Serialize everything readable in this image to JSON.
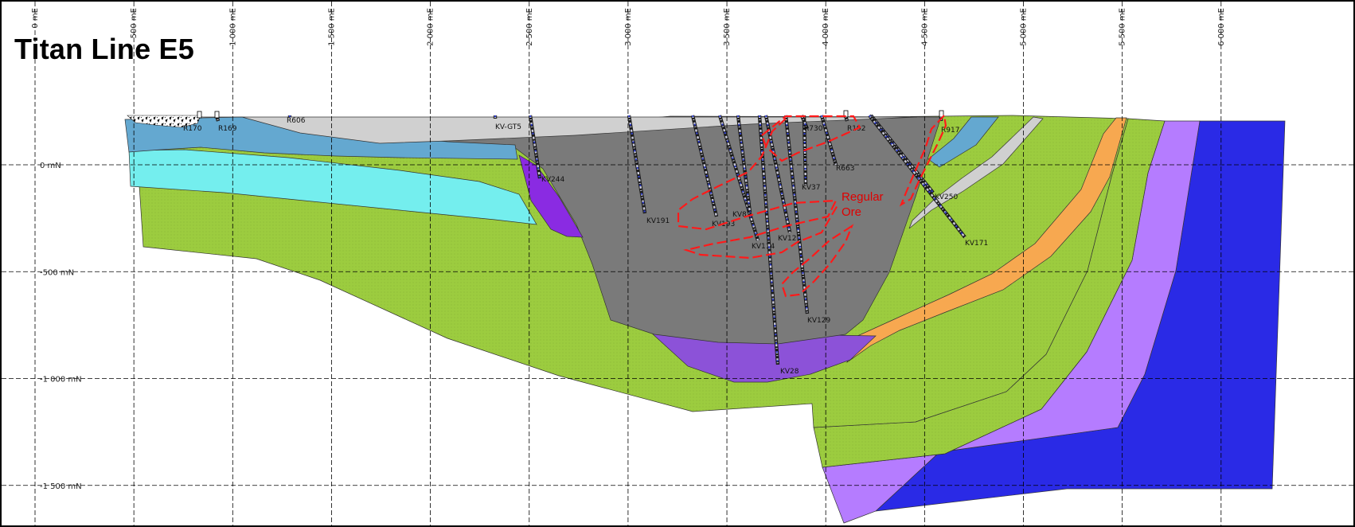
{
  "title": "Titan Line E5",
  "x_ticks": [
    {
      "label": "0 mE",
      "value": 0
    },
    {
      "label": "500 mE",
      "value": 500
    },
    {
      "label": "1 000 mE",
      "value": 1000
    },
    {
      "label": "1 500 mE",
      "value": 1500
    },
    {
      "label": "2 000 mE",
      "value": 2000
    },
    {
      "label": "2 500 mE",
      "value": 2500
    },
    {
      "label": "3 000 mE",
      "value": 3000
    },
    {
      "label": "3 500 mE",
      "value": 3500
    },
    {
      "label": "4 000 mE",
      "value": 4000
    },
    {
      "label": "4 500 mE",
      "value": 4500
    },
    {
      "label": "5 000 mE",
      "value": 5000
    },
    {
      "label": "5 500 mE",
      "value": 5500
    },
    {
      "label": "6 000 mE",
      "value": 6000
    }
  ],
  "y_ticks": [
    {
      "label": "0 mN",
      "value": 0
    },
    {
      "label": "-500 mN",
      "value": -500
    },
    {
      "label": "-1 000 mN",
      "value": -1000
    },
    {
      "label": "-1 500 mN",
      "value": -1500
    }
  ],
  "ore_label": [
    "Regular",
    "Ore"
  ],
  "colors": {
    "green_host": "#9ccc3f",
    "grey_intrusive": "#7a7a7a",
    "light_grey_cover": "#d0d0d0",
    "steel_blue": "#64a8d0",
    "cyan": "#74eeee",
    "purple": "#8c52d8",
    "violet": "#8a2be2",
    "lavender": "#b57cff",
    "orange": "#f7a850",
    "royal_blue": "#2a2ae6",
    "ore_outline": "#ff1a1a"
  },
  "drill_holes": [
    {
      "id": "kv170",
      "label": "R170"
    },
    {
      "id": "kv169",
      "label": "R169"
    },
    {
      "id": "r606",
      "label": "R606"
    },
    {
      "id": "kvgt5",
      "label": "KV-GT5"
    },
    {
      "id": "kv244",
      "label": "KV244"
    },
    {
      "id": "kv191",
      "label": "KV191"
    },
    {
      "id": "kv193",
      "label": "KV193"
    },
    {
      "id": "kv114",
      "label": "KV114"
    },
    {
      "id": "kv82",
      "label": "KV82"
    },
    {
      "id": "kv12",
      "label": "KV12"
    },
    {
      "id": "kv37",
      "label": "KV37"
    },
    {
      "id": "kv129",
      "label": "KV129"
    },
    {
      "id": "kv28",
      "label": "KV28"
    },
    {
      "id": "r730",
      "label": "R730"
    },
    {
      "id": "r663",
      "label": "R663"
    },
    {
      "id": "kv250",
      "label": "KV250"
    },
    {
      "id": "kv171",
      "label": "KV171"
    },
    {
      "id": "r917",
      "label": "R917"
    },
    {
      "id": "r192",
      "label": "R192"
    }
  ]
}
